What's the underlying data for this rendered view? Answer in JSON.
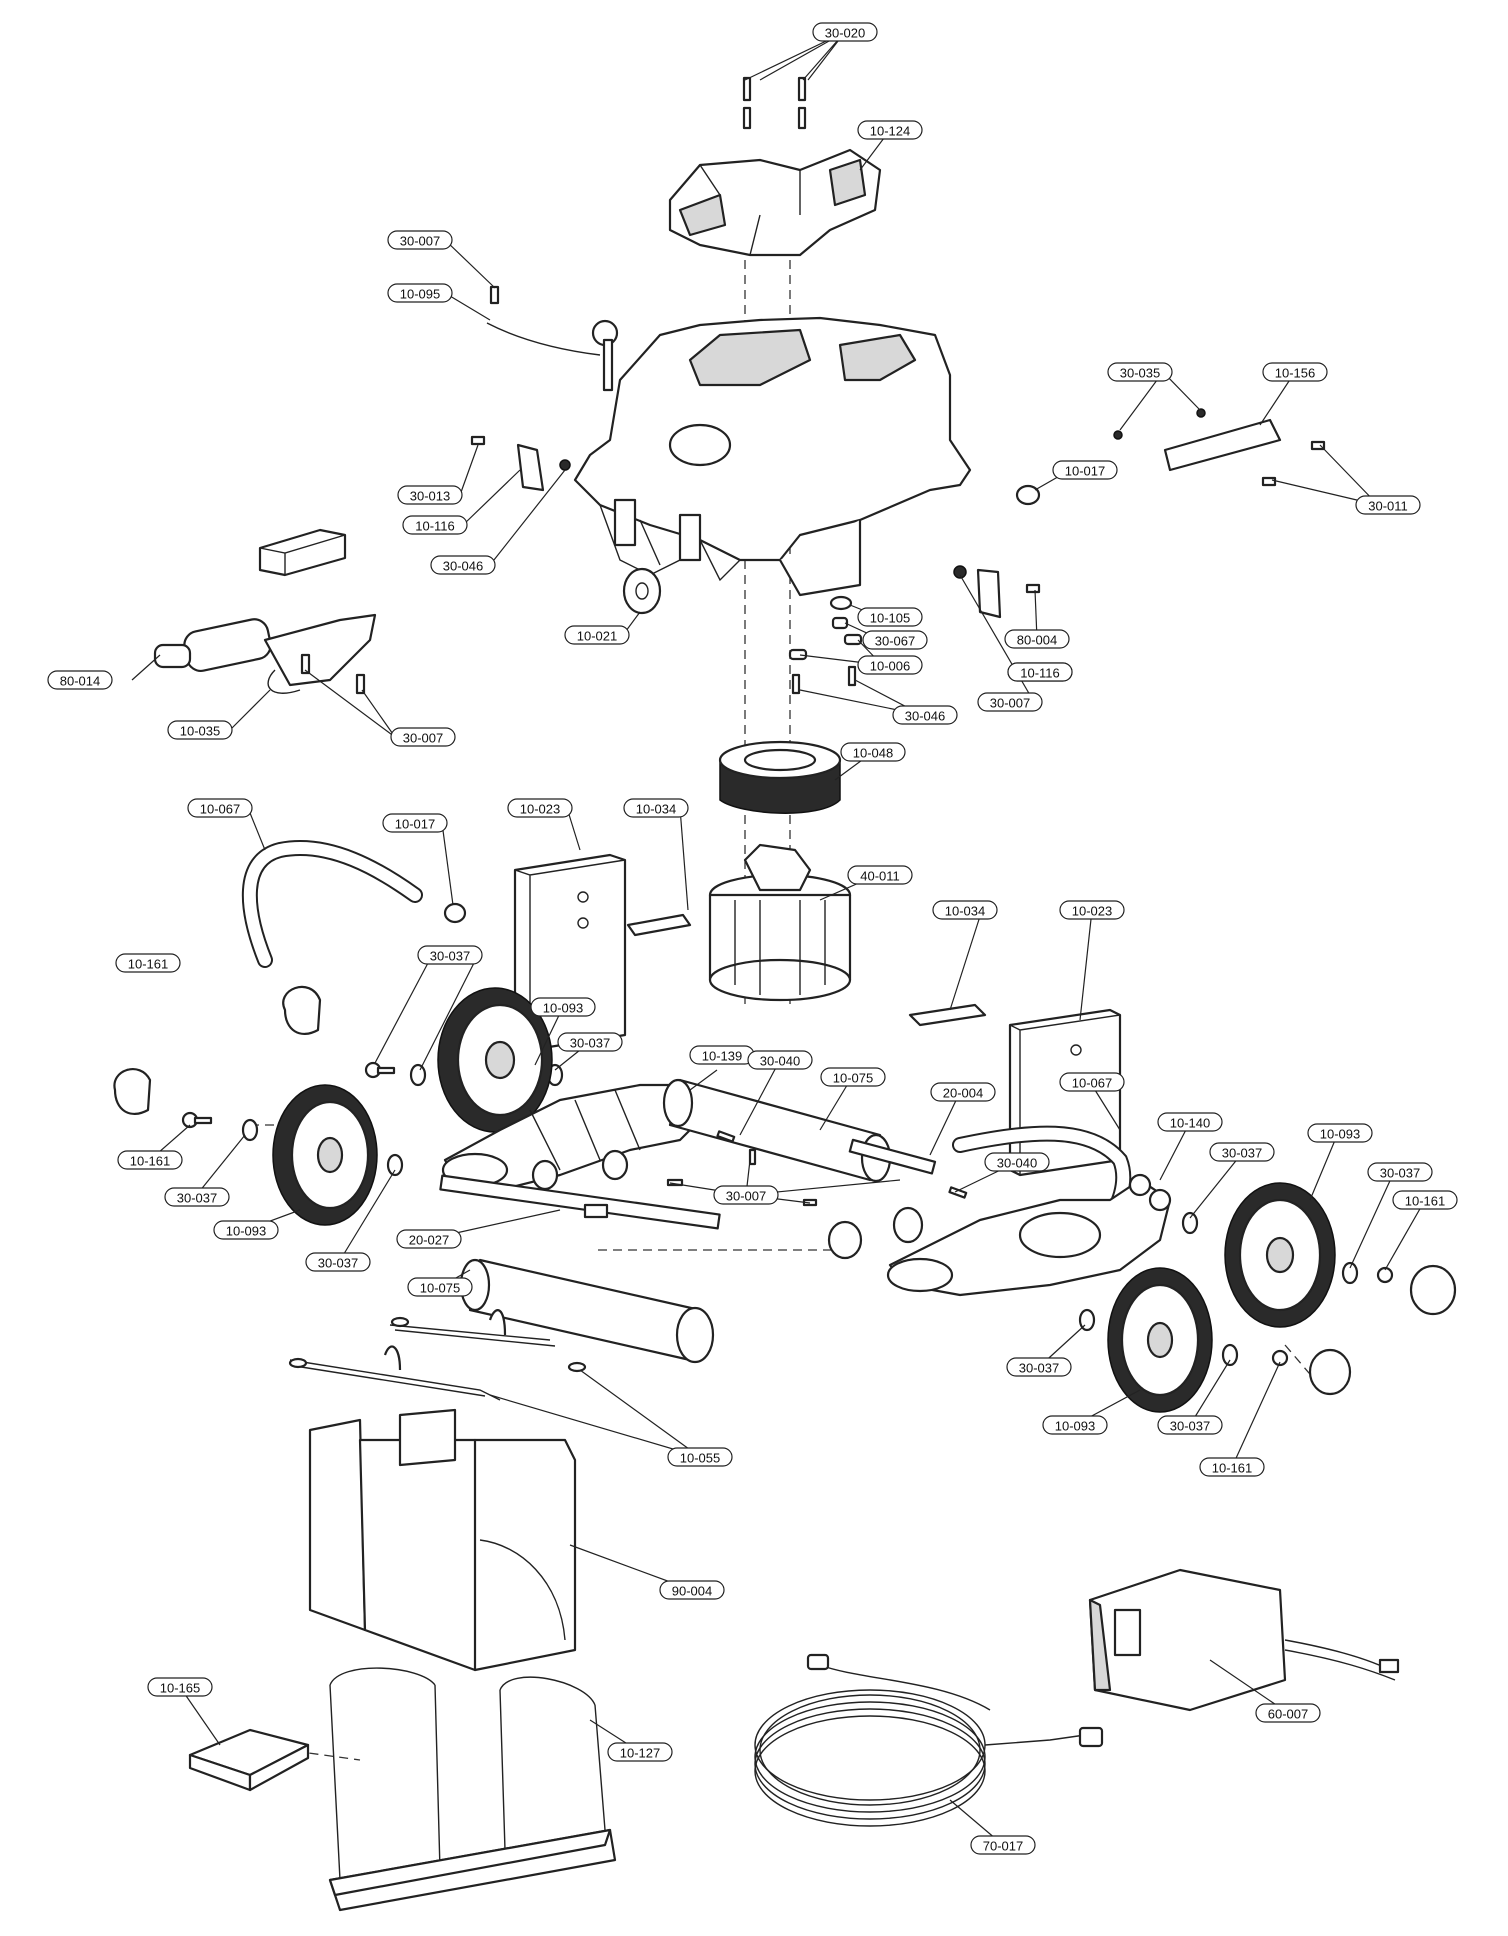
{
  "callouts": [
    "30-020",
    "10-124",
    "30-007",
    "10-095",
    "30-035",
    "10-156",
    "10-017",
    "30-011",
    "30-013",
    "10-116",
    "30-046",
    "10-021",
    "10-105",
    "30-067",
    "10-006",
    "80-004",
    "30-013",
    "10-116",
    "30-007",
    "30-046",
    "80-014",
    "10-035",
    "30-007",
    "10-048",
    "10-067",
    "10-017",
    "10-023",
    "10-034",
    "40-011",
    "10-034",
    "10-023",
    "10-161",
    "30-037",
    "10-093",
    "30-037",
    "10-139",
    "30-040",
    "10-075",
    "20-004",
    "10-067",
    "10-140",
    "30-037",
    "10-093",
    "30-037",
    "10-161",
    "10-161",
    "30-037",
    "10-093",
    "30-037",
    "30-007",
    "30-040",
    "20-027",
    "10-075",
    "30-037",
    "10-093",
    "30-037",
    "10-161",
    "10-055",
    "90-004",
    "10-165",
    "10-127",
    "60-007",
    "70-017"
  ]
}
